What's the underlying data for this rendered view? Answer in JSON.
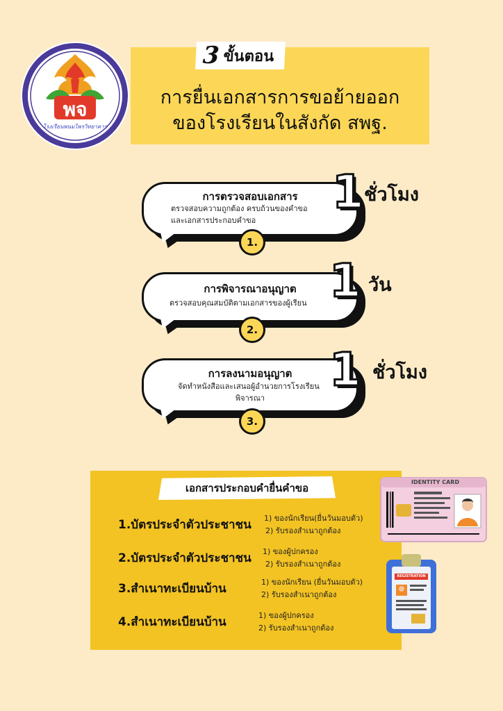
{
  "header": {
    "steps_number": "3",
    "steps_label": "ขั้นตอน",
    "title_line1": "การยื่นเอกสารการขอย้ายออก",
    "title_line2": "ของโรงเรียนในสังกัด สพฐ.",
    "logo_letters": "พจ",
    "logo_caption": "โรงเรียนพนมไพรวิทยาคาร"
  },
  "steps": [
    {
      "number": "1.",
      "title": "การตรวจสอบเอกสาร",
      "desc_line1": "ตรวจสอบความถูกต้อง ครบถ้วนของคำขอ",
      "desc_line2": "และเอกสารประกอบคำขอ",
      "duration_value": "1",
      "duration_unit": "ชั่วโมง"
    },
    {
      "number": "2.",
      "title": "การพิจารณาอนุญาต",
      "desc_line1": "ตรวจสอบคุณสมบัติตามเอกสารของผู้เรียน",
      "desc_line2": "",
      "duration_value": "1",
      "duration_unit": "วัน"
    },
    {
      "number": "3.",
      "title": "การลงนามอนุญาต",
      "desc_line1": "จัดทำหนังสือและเสนอผู้อำนวยการโรงเรียน",
      "desc_line2": "พิจารณา",
      "duration_value": "1",
      "duration_unit": "ชั่วโมง"
    }
  ],
  "documents": {
    "title": "เอกสารประกอบคำยื่นคำขอ",
    "items": [
      {
        "name": "1.บัตรประจำตัวประชาชน",
        "sub1": "1) ของนักเรียน(ยื่นวันมอบตัว)",
        "sub2": "2) รับรองสำเนาถูกต้อง"
      },
      {
        "name": "2.บัตรประจำตัวประชาชน",
        "sub1": "1) ของผู้ปกครอง",
        "sub2": "2) รับรองสำเนาถูกต้อง"
      },
      {
        "name": "3.สำเนาทะเบียนบ้าน",
        "sub1": "1) ของนักเรียน (ยื่นวันมอบตัว)",
        "sub2": "2) รับรองสำเนาถูกต้อง"
      },
      {
        "name": "4.สำเนาทะเบียนบ้าน",
        "sub1": "1) ของผู้ปกครอง",
        "sub2": "2) รับรองสำเนาถูกต้อง"
      }
    ]
  },
  "illustrations": {
    "id_card_label": "IDENTITY CARD",
    "clipboard_label": "REGISTRATION"
  },
  "colors": {
    "background": "#fdebc8",
    "yellow": "#fcd757",
    "panel_yellow": "#f3c323",
    "logo_ring": "#4a3a9a"
  }
}
